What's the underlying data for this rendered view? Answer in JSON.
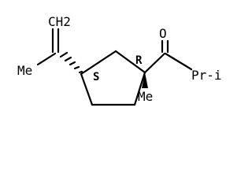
{
  "molecule": {
    "atom_labels": {
      "oxygen": "O",
      "ch2": "CH2",
      "methyl_left": "Me",
      "methyl_bottom": "Me",
      "isopropyl": "Pr-i"
    },
    "stereo_labels": {
      "left_center": "S",
      "right_center": "R"
    }
  }
}
